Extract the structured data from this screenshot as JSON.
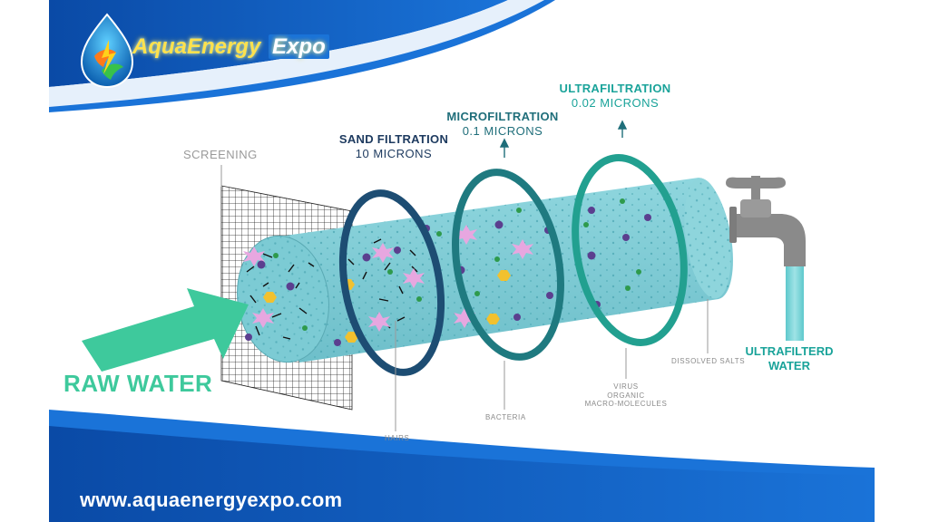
{
  "brand": {
    "name_part1": "AquaEnergy",
    "name_part2": "Expo",
    "website": "www.aquaenergyexpo.com"
  },
  "labels": {
    "screening": "SCREENING",
    "sand_title": "SAND FILTRATION",
    "sand_size": "10 MICRONS",
    "micro_title": "MICROFILTRATION",
    "micro_size": "0.1 MICRONS",
    "ultra_title": "ULTRAFILTRATION",
    "ultra_size": "0.02 MICRONS",
    "raw_water": "RAW WATER",
    "output_line1": "ULTRAFILTERD",
    "output_line2": "WATER",
    "hairs": "HAIRS",
    "bacteria": "BACTERIA",
    "virus": "VIRUS",
    "organic": "ORGANIC",
    "macro_molecules": "MACRO-MOLECULES",
    "dissolved_salts": "DISSOLVED SALTS"
  },
  "colors": {
    "teal_label": "#1aa39a",
    "navy_label": "#1d3a5f",
    "ring_sand": "#1d4d73",
    "ring_micro": "#1f7a80",
    "ring_ultra": "#22a090",
    "tube": "#7ccbd4",
    "raw_arrow": "#3ec99c",
    "banner_blue": "#0d5bb8",
    "water_stream": "#6fd0d4"
  }
}
